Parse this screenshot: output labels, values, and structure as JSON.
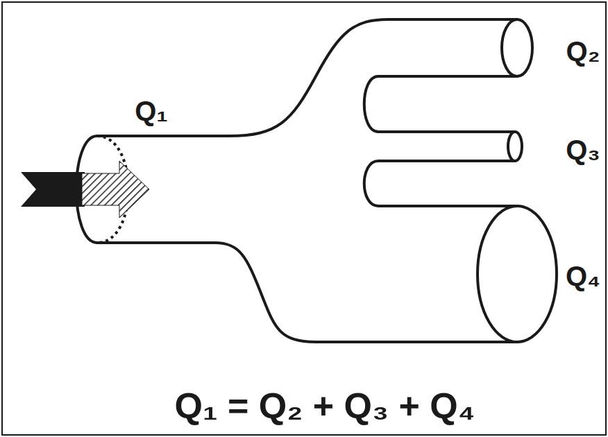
{
  "diagram": {
    "caption": "Q₁ = Q₂ + Q₃ + Q₄",
    "labels": [
      "Q₁",
      "Q₂",
      "Q₃",
      "Q₄"
    ]
  }
}
